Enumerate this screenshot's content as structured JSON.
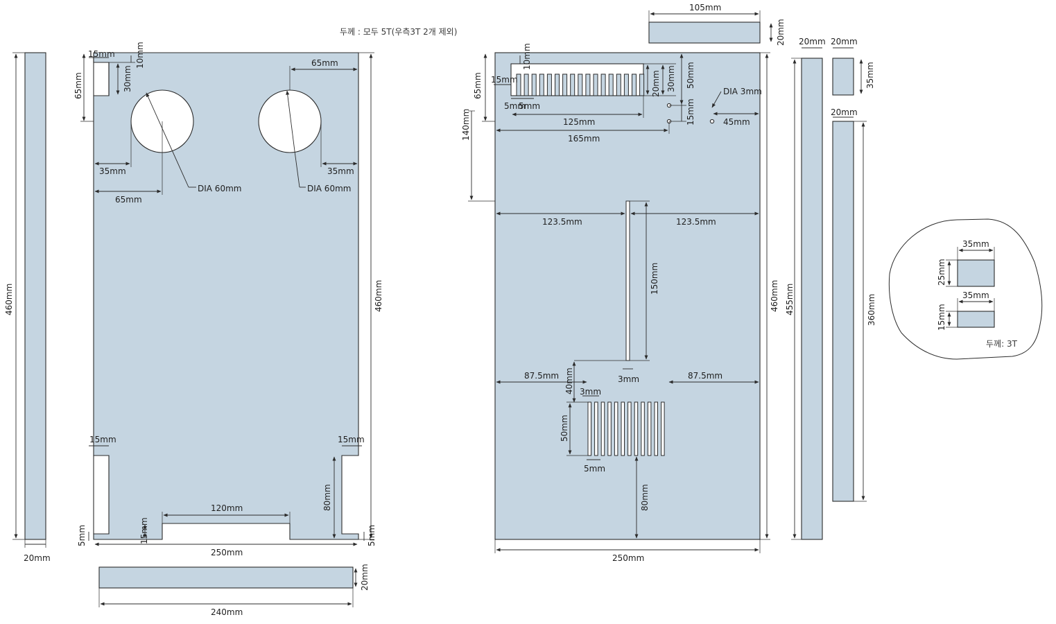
{
  "notes": {
    "thickness_main": "두께 : 모두 5T(우측3T 2개 제외)",
    "thickness_detail": "두께: 3T"
  },
  "labels": {
    "l460": "460mm",
    "l20": "20mm",
    "l15": "15mm",
    "l10": "10mm",
    "l30": "30mm",
    "l65": "65mm",
    "l35": "35mm",
    "dia60": "DIA 60mm",
    "l120": "120mm",
    "l80": "80mm",
    "l5": "5mm",
    "l250": "250mm",
    "l240": "240mm",
    "l105": "105mm",
    "l50": "50mm",
    "l125": "125mm",
    "l165": "165mm",
    "l140": "140mm",
    "dia3": "DIA 3mm",
    "l45": "45mm",
    "l123_5": "123.5mm",
    "l150": "150mm",
    "l3": "3mm",
    "l87_5": "87.5mm",
    "l40": "40mm",
    "l455": "455mm",
    "l360": "360mm",
    "l25": "25mm"
  },
  "colors": {
    "panel_fill": "#c5d5e1",
    "outline": "#2b2b2b"
  }
}
